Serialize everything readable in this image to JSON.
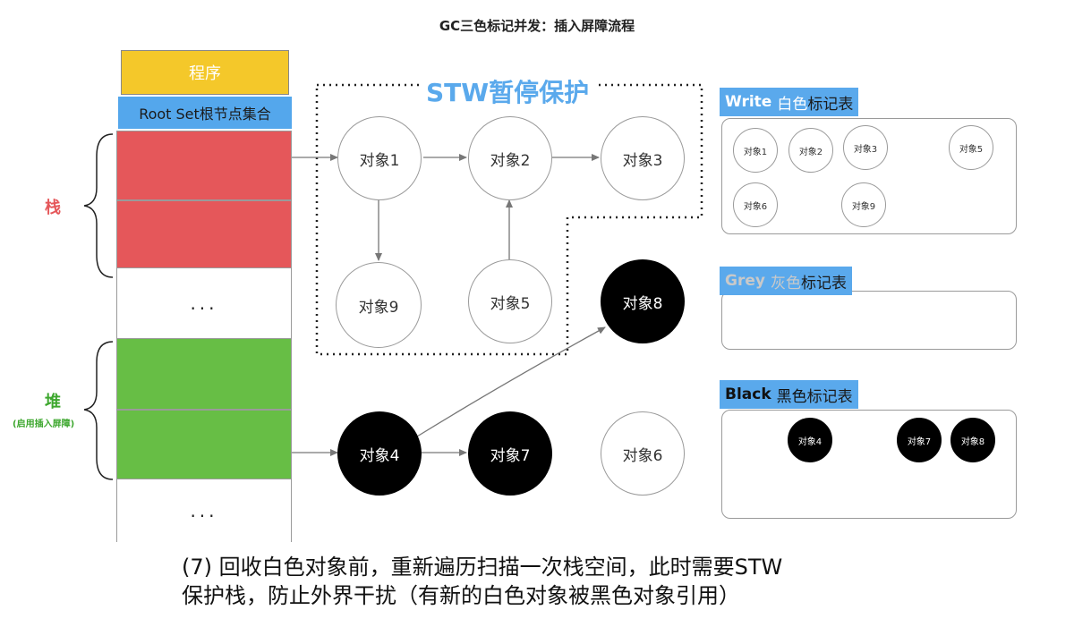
{
  "title": "GC三色标记并发：插入屏障流程",
  "left_column": {
    "program": "程序",
    "root_set": "Root Set根节点集合",
    "ellipsis_1": "...",
    "ellipsis_2": "...",
    "stack_label": "栈",
    "heap_label": "堆",
    "heap_sublabel": "(启用插入屏障)"
  },
  "stw_label": "STW暂停保护",
  "nodes": {
    "obj1": "对象1",
    "obj2": "对象2",
    "obj3": "对象3",
    "obj9": "对象9",
    "obj5": "对象5",
    "obj8": "对象8",
    "obj4": "对象4",
    "obj7": "对象7",
    "obj6": "对象6"
  },
  "panels": {
    "white": {
      "tab_en": "Write",
      "tab_zh_color": "白色",
      "tab_zh_rest": "标记表",
      "items": [
        "对象1",
        "对象2",
        "对象3",
        "对象5",
        "对象6",
        "对象9"
      ]
    },
    "grey": {
      "tab_en": "Grey",
      "tab_zh_color": "灰色",
      "tab_zh_rest": "标记表",
      "items": []
    },
    "black": {
      "tab_en": "Black",
      "tab_zh_color": "黑色",
      "tab_zh_rest": "标记表",
      "items": [
        "对象4",
        "对象7",
        "对象8"
      ]
    }
  },
  "caption": {
    "line1": "(7) 回收白色对象前，重新遍历扫描一次栈空间，此时需要STW",
    "line2": "保护栈，防止外界干扰（有新的白色对象被黑色对象引用）"
  },
  "colors": {
    "program": "#f4c82a",
    "root_set": "#54a7ec",
    "stack": "#e5575a",
    "heap": "#67be45",
    "stw": "#5aa9ec"
  }
}
